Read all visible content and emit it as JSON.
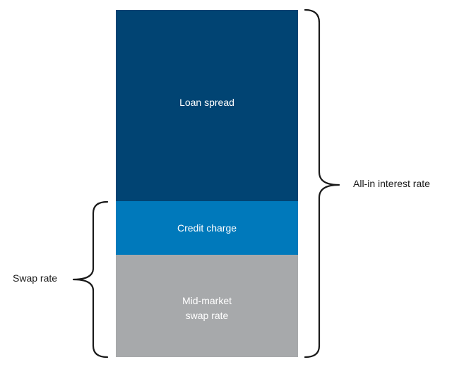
{
  "segments": {
    "loan_spread": {
      "label": "Loan spread",
      "color": "#014473"
    },
    "credit_charge": {
      "label": "Credit charge",
      "color": "#0079bb"
    },
    "mid_market": {
      "label": "Mid-market\nswap rate",
      "color": "#a7a9ab"
    }
  },
  "annotations": {
    "all_in": "All-in interest rate",
    "swap_rate": "Swap rate"
  }
}
